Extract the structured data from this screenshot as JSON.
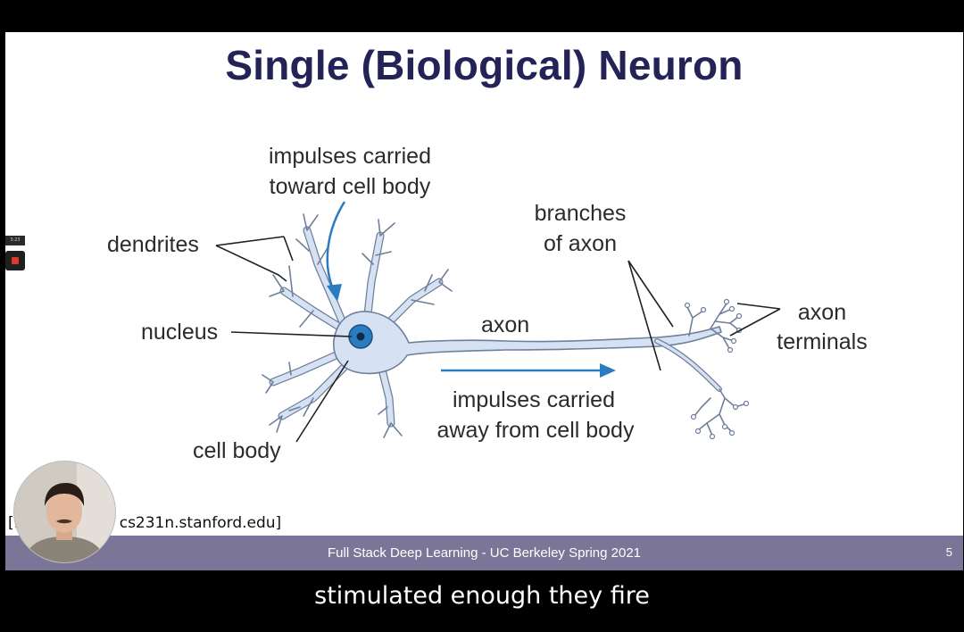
{
  "slide": {
    "title": "Single (Biological) Neuron",
    "labels": {
      "impulses_toward_1": "impulses carried",
      "impulses_toward_2": "toward cell body",
      "dendrites": "dendrites",
      "nucleus": "nucleus",
      "cell_body": "cell body",
      "axon": "axon",
      "branches_1": "branches",
      "branches_2": "of axon",
      "terminals_1": "axon",
      "terminals_2": "terminals",
      "impulses_away_1": "impulses carried",
      "impulses_away_2": "away from cell body"
    },
    "credit": "[image credit: cs231n.stanford.edu]",
    "footer_text": "Full Stack Deep Learning - UC Berkeley Spring 2021",
    "page_number": "5"
  },
  "recording": {
    "time": "3:23"
  },
  "caption": "stimulated enough they fire",
  "colors": {
    "title": "#232357",
    "footer_bg": "#7b7597",
    "cell_fill": "#d6e2f4",
    "cell_stroke": "#6e7f99",
    "arrow_blue": "#2b7bc0"
  }
}
